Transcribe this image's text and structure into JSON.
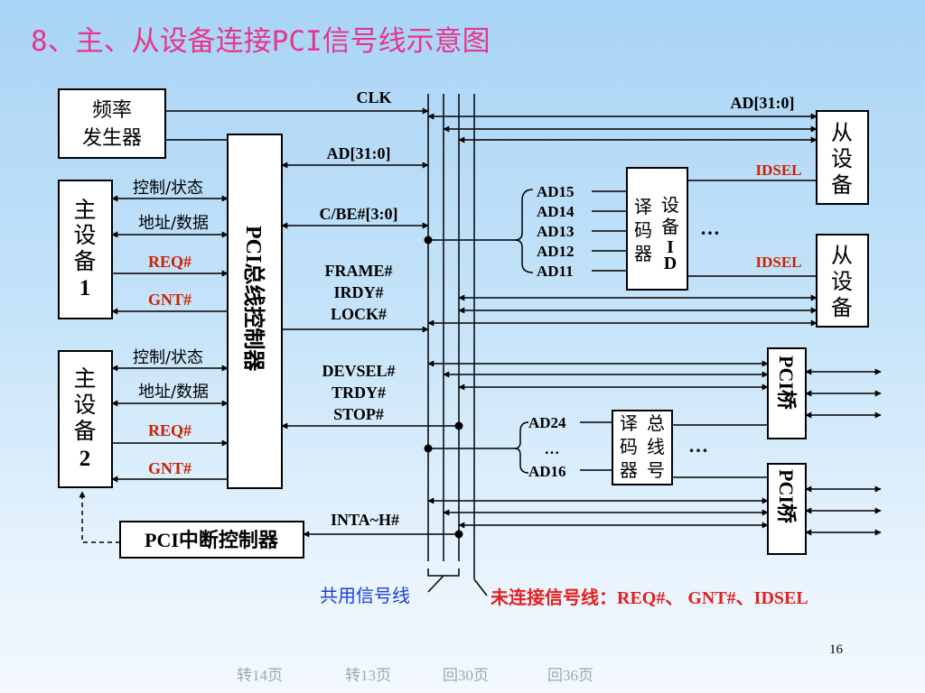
{
  "title": "8、主、从设备连接PCI信号线示意图",
  "freq_gen": {
    "line1": "频率",
    "line2": "发生器"
  },
  "pci_controller": {
    "label": "PCI总线控制器"
  },
  "master1": {
    "chars": [
      "主",
      "设",
      "备",
      "1"
    ],
    "ctrl": "控制/状态",
    "addr": "地址/数据",
    "req": "REQ#",
    "gnt": "GNT#"
  },
  "master2": {
    "chars": [
      "主",
      "设",
      "备",
      "2"
    ],
    "ctrl": "控制/状态",
    "addr": "地址/数据",
    "req": "REQ#",
    "gnt": "GNT#"
  },
  "signals": {
    "clk": "CLK",
    "ad_ctrl": "AD[31:0]",
    "ad_right": "AD[31:0]",
    "cbe": "C/BE#[3:0]",
    "frame": "FRAME#",
    "irdy": "IRDY#",
    "lock": "LOCK#",
    "devsel": "DEVSEL#",
    "trdy": "TRDY#",
    "stop": "STOP#",
    "inta": "INTA~H#"
  },
  "device_id_decoder": {
    "inputs": [
      "AD15",
      "AD14",
      "AD13",
      "AD12",
      "AD11"
    ],
    "col1": [
      "译",
      "码",
      "器"
    ],
    "col2": [
      "设",
      "备",
      "I",
      "D"
    ],
    "ellipsis": "…"
  },
  "bus_decoder": {
    "input_top": "AD24",
    "input_mid": "…",
    "input_bottom": "AD16",
    "col1": [
      "译",
      "码",
      "器"
    ],
    "col2": [
      "总",
      "线",
      "号"
    ],
    "ellipsis": "…"
  },
  "slave1": {
    "chars": [
      "从",
      "设",
      "备"
    ],
    "idsel": "IDSEL"
  },
  "slave2": {
    "chars": [
      "从",
      "设",
      "备"
    ],
    "idsel": "IDSEL"
  },
  "pci_bridge1": {
    "label": "PCI桥"
  },
  "pci_bridge2": {
    "label": "PCI桥"
  },
  "interrupt_controller": {
    "label": "PCI中断控制器"
  },
  "legend": {
    "shared": "共用信号线",
    "unconnected": "未连接信号线：REQ#、 GNT#、IDSEL"
  },
  "colors": {
    "title": "#e8358c",
    "signal_red": "#cc2200",
    "legend_blue": "#1a3fd6",
    "legend_red": "#e81e1e",
    "nav_text": "#9aa8b6"
  },
  "page_number": "16",
  "nav_links": [
    "转14页",
    "转13页",
    "回30页",
    "回36页"
  ]
}
